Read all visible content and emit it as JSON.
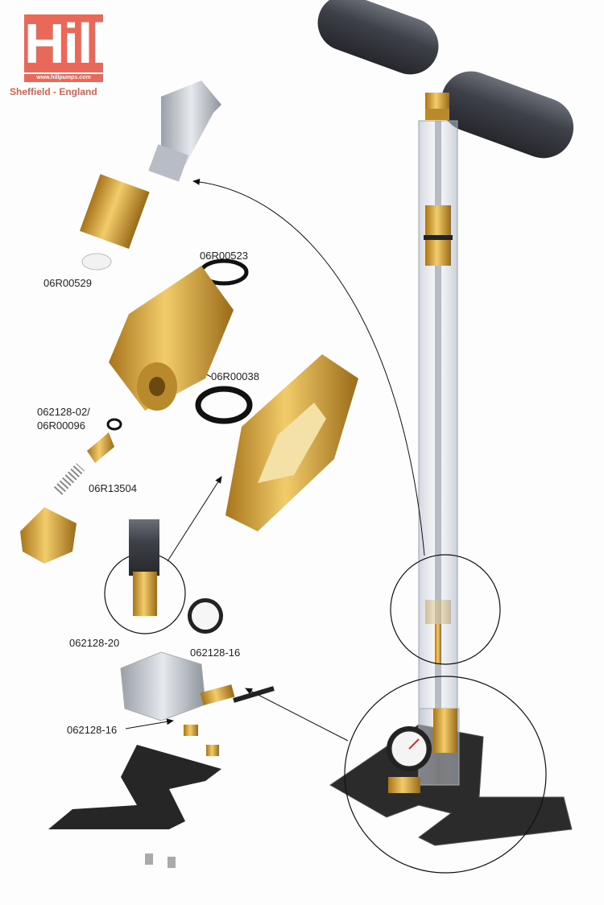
{
  "logo": {
    "brand": "Hill",
    "url": "www.hillpumps.com",
    "location": "Sheffield - England",
    "color": "#e8695a"
  },
  "part_labels": [
    "06R00529",
    "06R00523",
    "06R00038",
    "062128-02/",
    "06R00096",
    "06R13504",
    "062128-20",
    "062128-16",
    "062128-16"
  ],
  "colors": {
    "brass": "#d9a636",
    "handle": "#4a4d55",
    "base": "#2a2a2a",
    "tube": "#c9cfd8"
  }
}
